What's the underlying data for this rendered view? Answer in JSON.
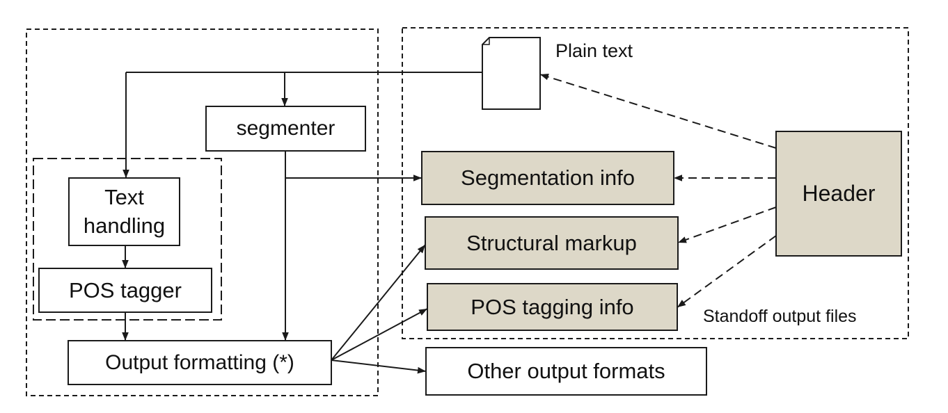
{
  "colors": {
    "output_file_fill": "#ddd8c8",
    "box_fill": "#ffffff",
    "stroke": "#1a1a1a"
  },
  "labels": {
    "segmenter": "segmenter",
    "text_handling": "Text\nhandling",
    "pos_tagger": "POS tagger",
    "output_formatting": "Output formatting (*)",
    "segmentation_info": "Segmentation info",
    "structural_markup": "Structural markup",
    "pos_tagging_info": "POS tagging info",
    "other_output_formats": "Other output formats",
    "header": "Header",
    "plain_text": "Plain text",
    "standoff_output_files": "Standoff output files"
  },
  "icons": {
    "plain_text_document": "document-icon"
  }
}
